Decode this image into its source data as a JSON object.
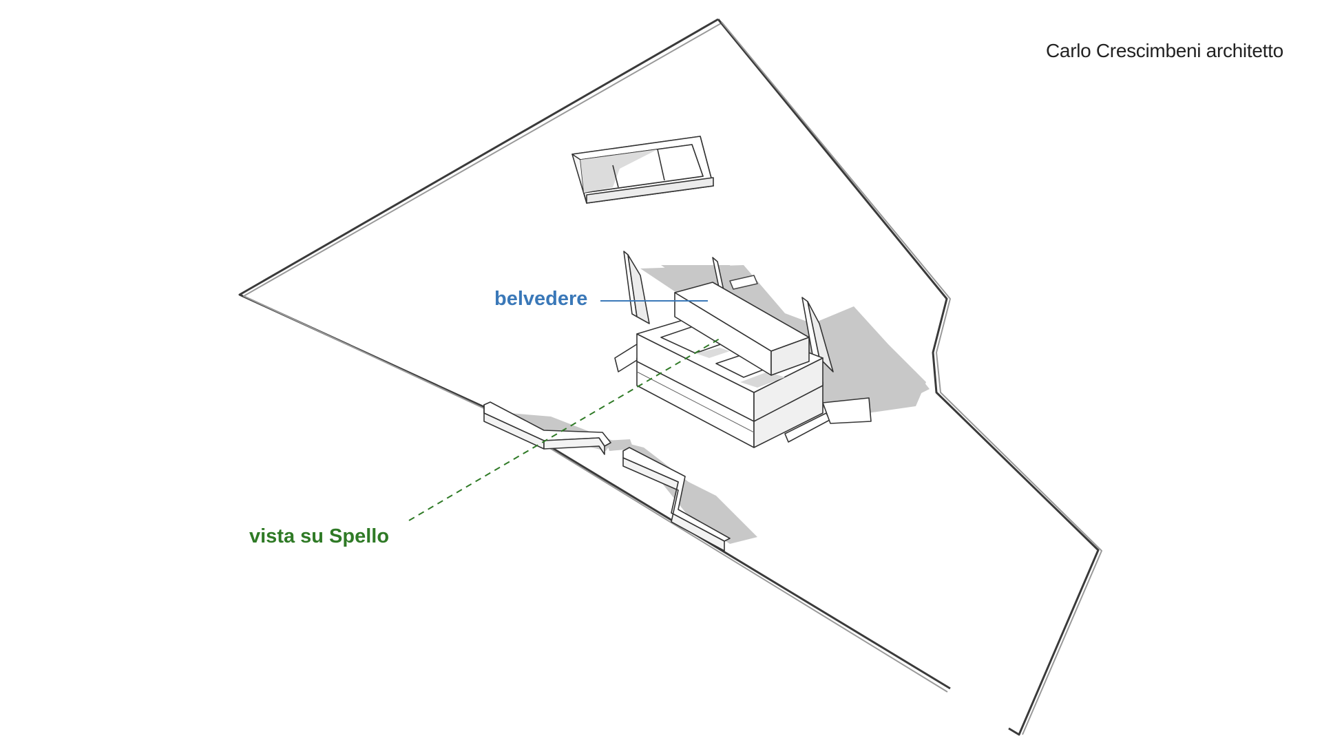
{
  "credit": "Carlo Crescimbeni architetto",
  "labels": {
    "belvedere": "belvedere",
    "vista": "vista su Spello"
  },
  "colors": {
    "belvedere": "#3a78b8",
    "vista": "#2f7a26",
    "lines": "#333333",
    "shadow": "#c4c4c4",
    "fill": "#ffffff",
    "face": "#f4f4f4"
  }
}
